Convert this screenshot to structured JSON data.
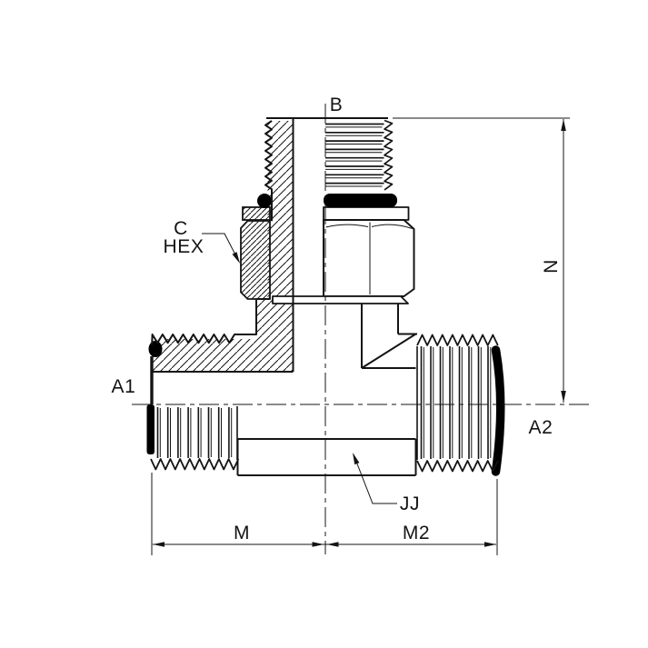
{
  "drawing": {
    "title": "tee-fitting-section-drawing",
    "labels": {
      "port_top": "B",
      "hex_c": "C",
      "hex_word": "HEX",
      "port_left": "A1",
      "port_right": "A2",
      "dim_height": "N",
      "body_ref": "JJ",
      "dim_left_width": "M",
      "dim_right_width": "M2"
    },
    "colors": {
      "line": "#141414",
      "background": "#ffffff",
      "oring_fill": "#000000"
    }
  }
}
